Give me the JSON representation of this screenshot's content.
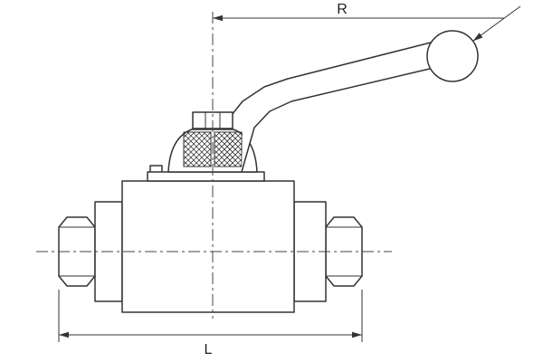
{
  "page": {
    "background": "#ffffff",
    "line_color": "#333333"
  },
  "drawing": {
    "type": "technical-drawing",
    "description": "Ball valve with lever handle, side elevation with packing section and dimension lines",
    "dimensions": {
      "handle_radius_label": "R",
      "body_length_label": "L"
    }
  }
}
